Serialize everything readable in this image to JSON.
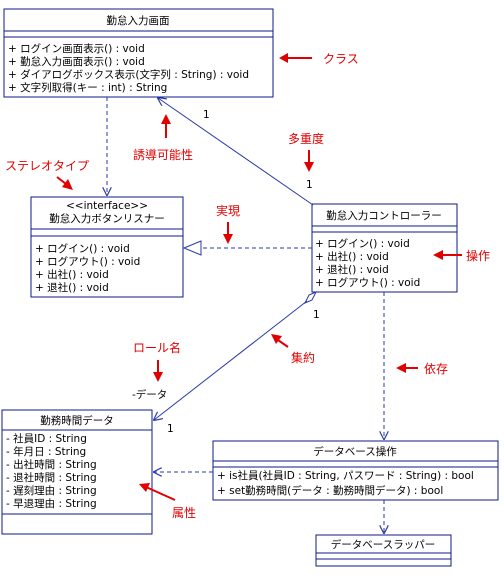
{
  "colors": {
    "class_border": "#0d1a8a",
    "connector": "#2a3aa8",
    "annotation": "#e00000"
  },
  "classes": {
    "kintai_gamen": {
      "name": "勤怠入力画面",
      "operations": [
        "+ ログイン画面表示() : void",
        "+ 勤怠入力画面表示() : void",
        "+ ダイアログボックス表示(文字列 : String) : void",
        "+ 文字列取得(キー : int) : String"
      ]
    },
    "button_listener": {
      "stereotype": "<<interface>>",
      "name": "勤怠入力ボタンリスナー",
      "operations": [
        "+ ログイン() : void",
        "+ ログアウト() : void",
        "+ 出社() : void",
        "+ 退社() : void"
      ]
    },
    "controller": {
      "name": "勤怠入力コントローラー",
      "operations": [
        "+ ログイン() : void",
        "+ 出社() : void",
        "+ 退社() : void",
        "+ ログアウト() : void"
      ]
    },
    "kinmu_data": {
      "name": "勤務時間データ",
      "attributes": [
        "- 社員ID : String",
        "- 年月日 : String",
        "- 出社時間 : String",
        "- 退社時間 : String",
        "- 遅刻理由 : String",
        "- 早退理由 : String"
      ]
    },
    "db_sousa": {
      "name": "データベース操作",
      "operations": [
        "+ is社員(社員ID : String, パスワード : String) : bool",
        "+ set勤務時間(データ : 勤務時間データ) : bool"
      ]
    },
    "db_wrapper": {
      "name": "データベースラッパー"
    }
  },
  "relations": {
    "mult_top": "1",
    "mult_ctrl_top": "1",
    "mult_ctrl_bottom": "1",
    "mult_data": "1",
    "role_name": "-データ"
  },
  "annotations": {
    "class": "クラス",
    "multiplicity": "多重度",
    "navigability": "誘導可能性",
    "stereotype": "ステレオタイプ",
    "realization": "実現",
    "operation": "操作",
    "role": "ロール名",
    "aggregation": "集約",
    "dependency": "依存",
    "attribute": "属性"
  }
}
